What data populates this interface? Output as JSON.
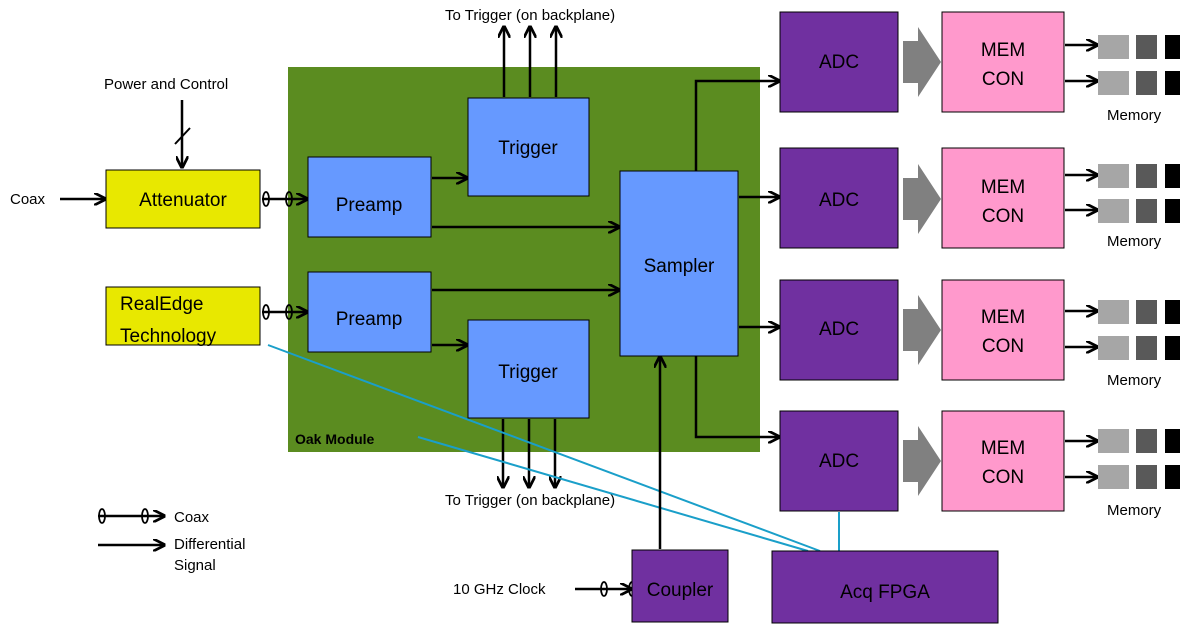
{
  "colors": {
    "module_green": "#5b8c20",
    "block_blue": "#6699ff",
    "block_yellow": "#e8e800",
    "block_purple": "#7030a0",
    "block_pink": "#ff99cc",
    "arrow_gray": "#808080",
    "cyan_line": "#1a9fc9",
    "mem_light": "#a6a6a6",
    "mem_mid": "#595959",
    "mem_dark": "#000000"
  },
  "labels": {
    "power_control": "Power and Control",
    "coax_in": "Coax",
    "attenuator": "Attenuator",
    "realedge_line1": "RealEdge",
    "realedge_line2": "Technology",
    "preamp_top": "Preamp",
    "preamp_bottom": "Preamp",
    "trigger_top": "Trigger",
    "trigger_bottom": "Trigger",
    "sampler": "Sampler",
    "oak_module": "Oak Module",
    "to_trigger_top": "To Trigger (on backplane)",
    "to_trigger_bottom": "To Trigger (on backplane)",
    "clock": "10 GHz Clock",
    "coupler": "Coupler",
    "acq_fpga": "Acq FPGA",
    "adc": [
      "ADC",
      "ADC",
      "ADC",
      "ADC"
    ],
    "memcon_line1": [
      "MEM",
      "MEM",
      "MEM",
      "MEM"
    ],
    "memcon_line2": [
      "CON",
      "CON",
      "CON",
      "CON"
    ],
    "memory": [
      "Memory",
      "Memory",
      "Memory",
      "Memory"
    ],
    "legend_coax": "Coax",
    "legend_diff_line1": "Differential",
    "legend_diff_line2": "Signal"
  }
}
